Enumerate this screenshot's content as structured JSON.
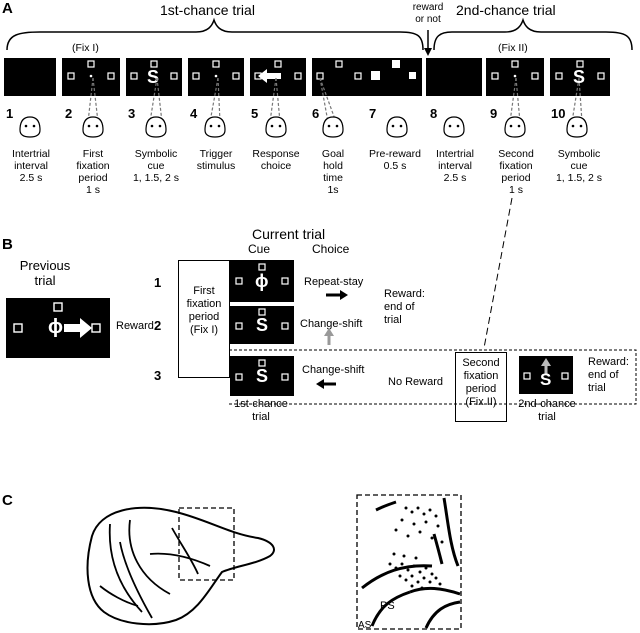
{
  "panelA": {
    "label": "A",
    "first_trial_title": "1st-chance trial",
    "second_trial_title": "2nd-chance trial",
    "reward_label": "reward\nor not",
    "fix1_label": "(Fix I)",
    "fix2_label": "(Fix II)",
    "cue_symbol": "S",
    "steps": [
      {
        "num": "1",
        "caption": "Intertrial\ninterval\n2.5 s"
      },
      {
        "num": "2",
        "caption": "First\nfixation\nperiod\n1 s"
      },
      {
        "num": "3",
        "caption": "Symbolic\ncue\n1, 1.5, 2 s"
      },
      {
        "num": "4",
        "caption": "Trigger\nstimulus"
      },
      {
        "num": "5",
        "caption": "Response\nchoice"
      },
      {
        "num": "6",
        "caption": "Goal\nhold\ntime\n1s"
      },
      {
        "num": "7",
        "caption": "Pre-reward\n0.5 s"
      },
      {
        "num": "8",
        "caption": "Intertrial\ninterval\n2.5 s"
      },
      {
        "num": "9",
        "caption": "Second\nfixation\nperiod\n1 s"
      },
      {
        "num": "10",
        "caption": "Symbolic\ncue\n1, 1.5, 2 s"
      }
    ]
  },
  "panelB": {
    "label": "B",
    "previous_trial": "Previous\ntrial",
    "reward": "Reward",
    "current_trial": "Current trial",
    "cue_header": "Cue",
    "choice_header": "Choice",
    "prev_cue_symbol": "ϕ",
    "rows": [
      {
        "num": "1",
        "cue_symbol": "ϕ",
        "choice": "Repeat-stay"
      },
      {
        "num": "2",
        "cue_symbol": "S",
        "choice": "Change-shift"
      },
      {
        "num": "3",
        "cue_symbol": "S",
        "choice": "Change-shift"
      }
    ],
    "first_fixation_box": "First\nfixation\nperiod\n(Fix I)",
    "reward_end": "Reward:\nend of\ntrial",
    "no_reward": "No Reward",
    "first_chance_label": "1st-chance\ntrial",
    "second_fixation_box": "Second\nfixation\nperiod\n(Fix II)",
    "second_chance_label": "2nd-chance\ntrial",
    "reward_end2": "Reward:\nend of\ntrial",
    "second_cue_symbol": "S"
  },
  "panelC": {
    "label": "C",
    "ps_label": "PS",
    "as_label": "AS"
  }
}
